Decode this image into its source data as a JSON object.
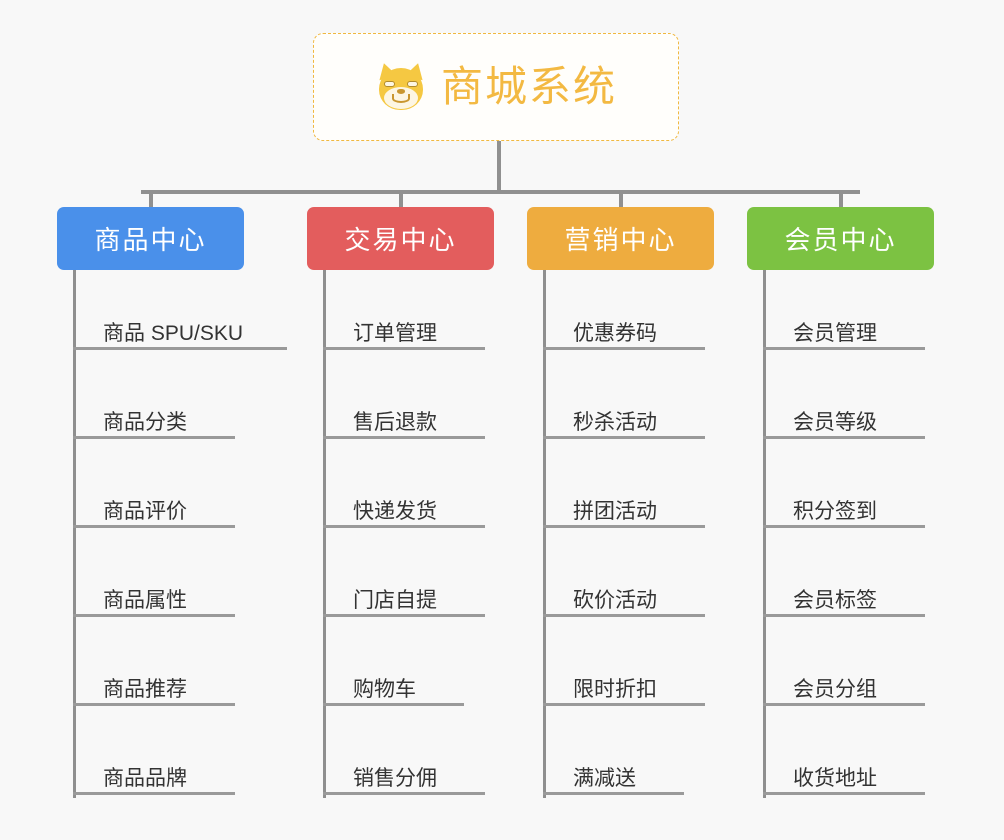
{
  "diagram": {
    "type": "org-chart-mindmap",
    "background_color": "#f8f8f8",
    "root": {
      "title": "商城系统",
      "icon": "shiba-dog-face-emoji",
      "text_color": "#f3b942",
      "border_color": "#f0b840",
      "fill_color": "#fffefb"
    },
    "connector_color": "#909090",
    "branches": [
      {
        "label": "商品中心",
        "color": "#4a90ea",
        "items": [
          "商品 SPU/SKU",
          "商品分类",
          "商品评价",
          "商品属性",
          "商品推荐",
          "商品品牌"
        ]
      },
      {
        "label": "交易中心",
        "color": "#e35d5d",
        "items": [
          "订单管理",
          "售后退款",
          "快递发货",
          "门店自提",
          "购物车",
          "销售分佣"
        ]
      },
      {
        "label": "营销中心",
        "color": "#eeac3f",
        "items": [
          "优惠券码",
          "秒杀活动",
          "拼团活动",
          "砍价活动",
          "限时折扣",
          "满减送"
        ]
      },
      {
        "label": "会员中心",
        "color": "#7cc242",
        "items": [
          "会员管理",
          "会员等级",
          "积分签到",
          "会员标签",
          "会员分组",
          "收货地址"
        ]
      }
    ]
  }
}
